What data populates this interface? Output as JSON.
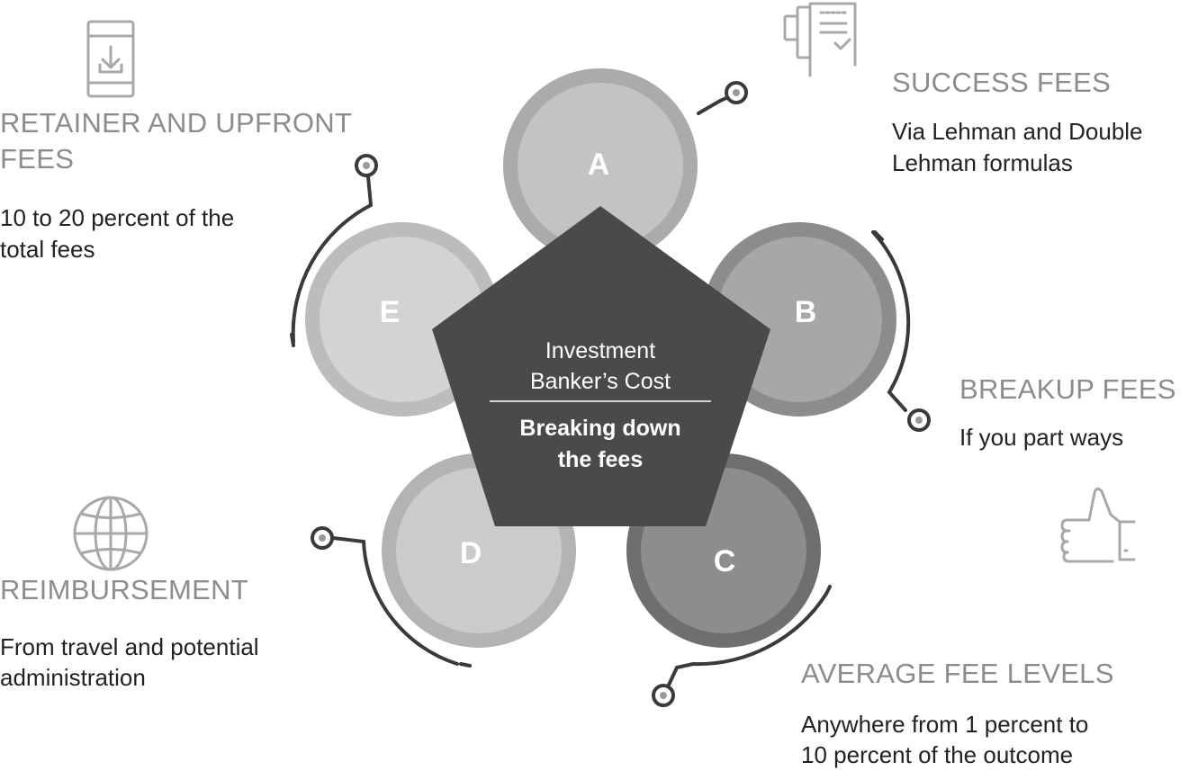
{
  "center": {
    "line1": "Investment",
    "line2": "Banker’s Cost",
    "bold1": "Breaking down",
    "bold2": "the fees"
  },
  "circles": [
    {
      "letter": "A"
    },
    {
      "letter": "B"
    },
    {
      "letter": "C"
    },
    {
      "letter": "D"
    },
    {
      "letter": "E"
    }
  ],
  "sections": {
    "success": {
      "title": "SUCCESS FEES",
      "desc1": "Via Lehman and Double",
      "desc2": "Lehman formulas",
      "icon": "document-check-icon"
    },
    "breakup": {
      "title": "BREAKUP FEES",
      "desc1": "If you part ways",
      "icon": "thumbs-up-icon"
    },
    "average": {
      "title": "AVERAGE FEE LEVELS",
      "desc1": "Anywhere from 1 percent to",
      "desc2": "10 percent of the outcome"
    },
    "reimbursement": {
      "title": "REIMBURSEMENT",
      "desc1": "From travel and potential",
      "desc2": "administration",
      "icon": "globe-icon"
    },
    "retainer": {
      "title1": "RETAINER AND UPFRONT",
      "title2": "FEES",
      "desc1": "10 to 20 percent of the",
      "desc2": "total fees",
      "icon": "phone-download-icon"
    }
  },
  "colors": {
    "pentagon": "#4a4a4c",
    "icon": "#a8a8a8",
    "heading": "#8c8c8c",
    "connector": "#3a3a3a"
  }
}
